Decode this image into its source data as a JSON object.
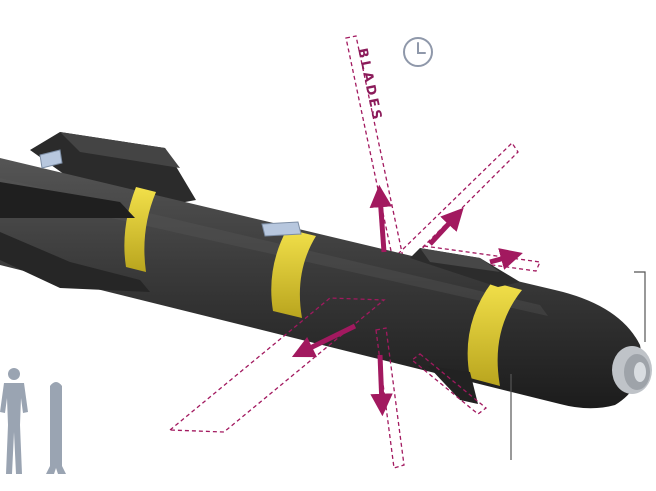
{
  "diagram": {
    "blade_label": "BLADES",
    "colors": {
      "body": "#3f3f3f",
      "body_dark": "#262626",
      "band": "#e3cf2e",
      "blade_outline": "#a2195f",
      "arrow": "#a2195f",
      "clock": "#8f98aa",
      "silhouette": "#9aa4b2",
      "mount": "#aebfd6",
      "leader": "#555555"
    },
    "icons": [
      "clock-icon",
      "person-silhouette",
      "missile-silhouette"
    ]
  }
}
